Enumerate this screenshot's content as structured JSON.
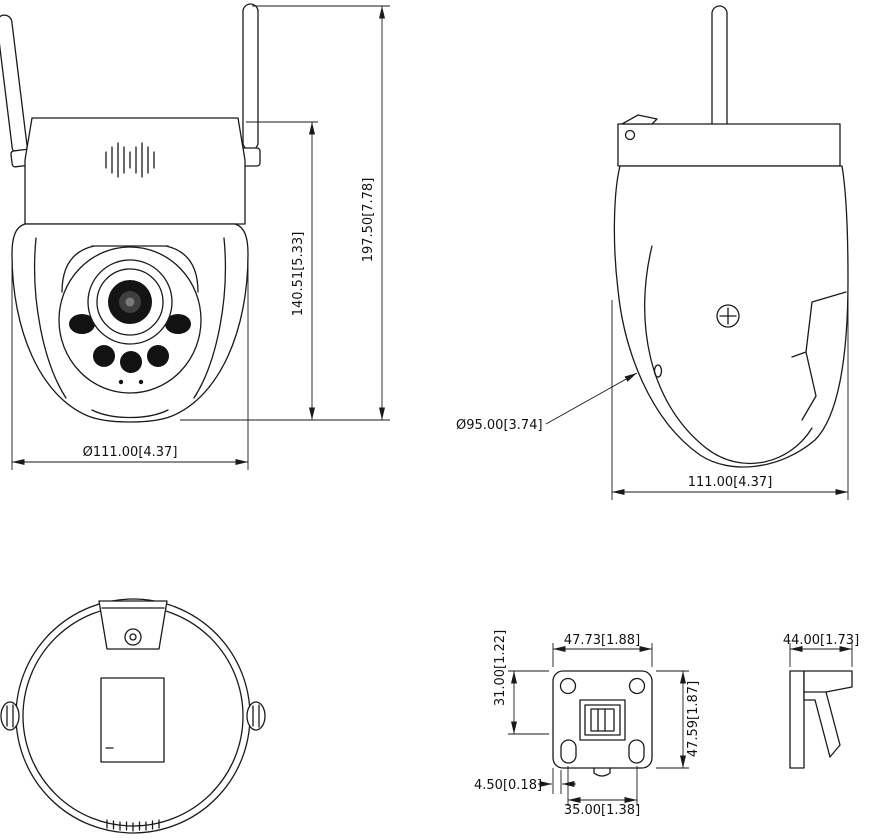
{
  "colors": {
    "background": "#ffffff",
    "line": "#1a1a1a"
  },
  "dimensions": {
    "total_height": "197.50[7.78]",
    "body_height": "140.51[5.33]",
    "front_diameter": "Ø111.00[4.37]",
    "side_body_diameter": "Ø95.00[3.74]",
    "side_width": "111.00[4.37]",
    "bracket_width": "47.73[1.88]",
    "bracket_hole_offset": "31.00[1.22]",
    "bracket_height": "47.59[1.87]",
    "bracket_slot_offset": "4.50[0.18]",
    "bracket_hole_spacing": "35.00[1.38]",
    "bracket_depth": "44.00[1.73]"
  }
}
